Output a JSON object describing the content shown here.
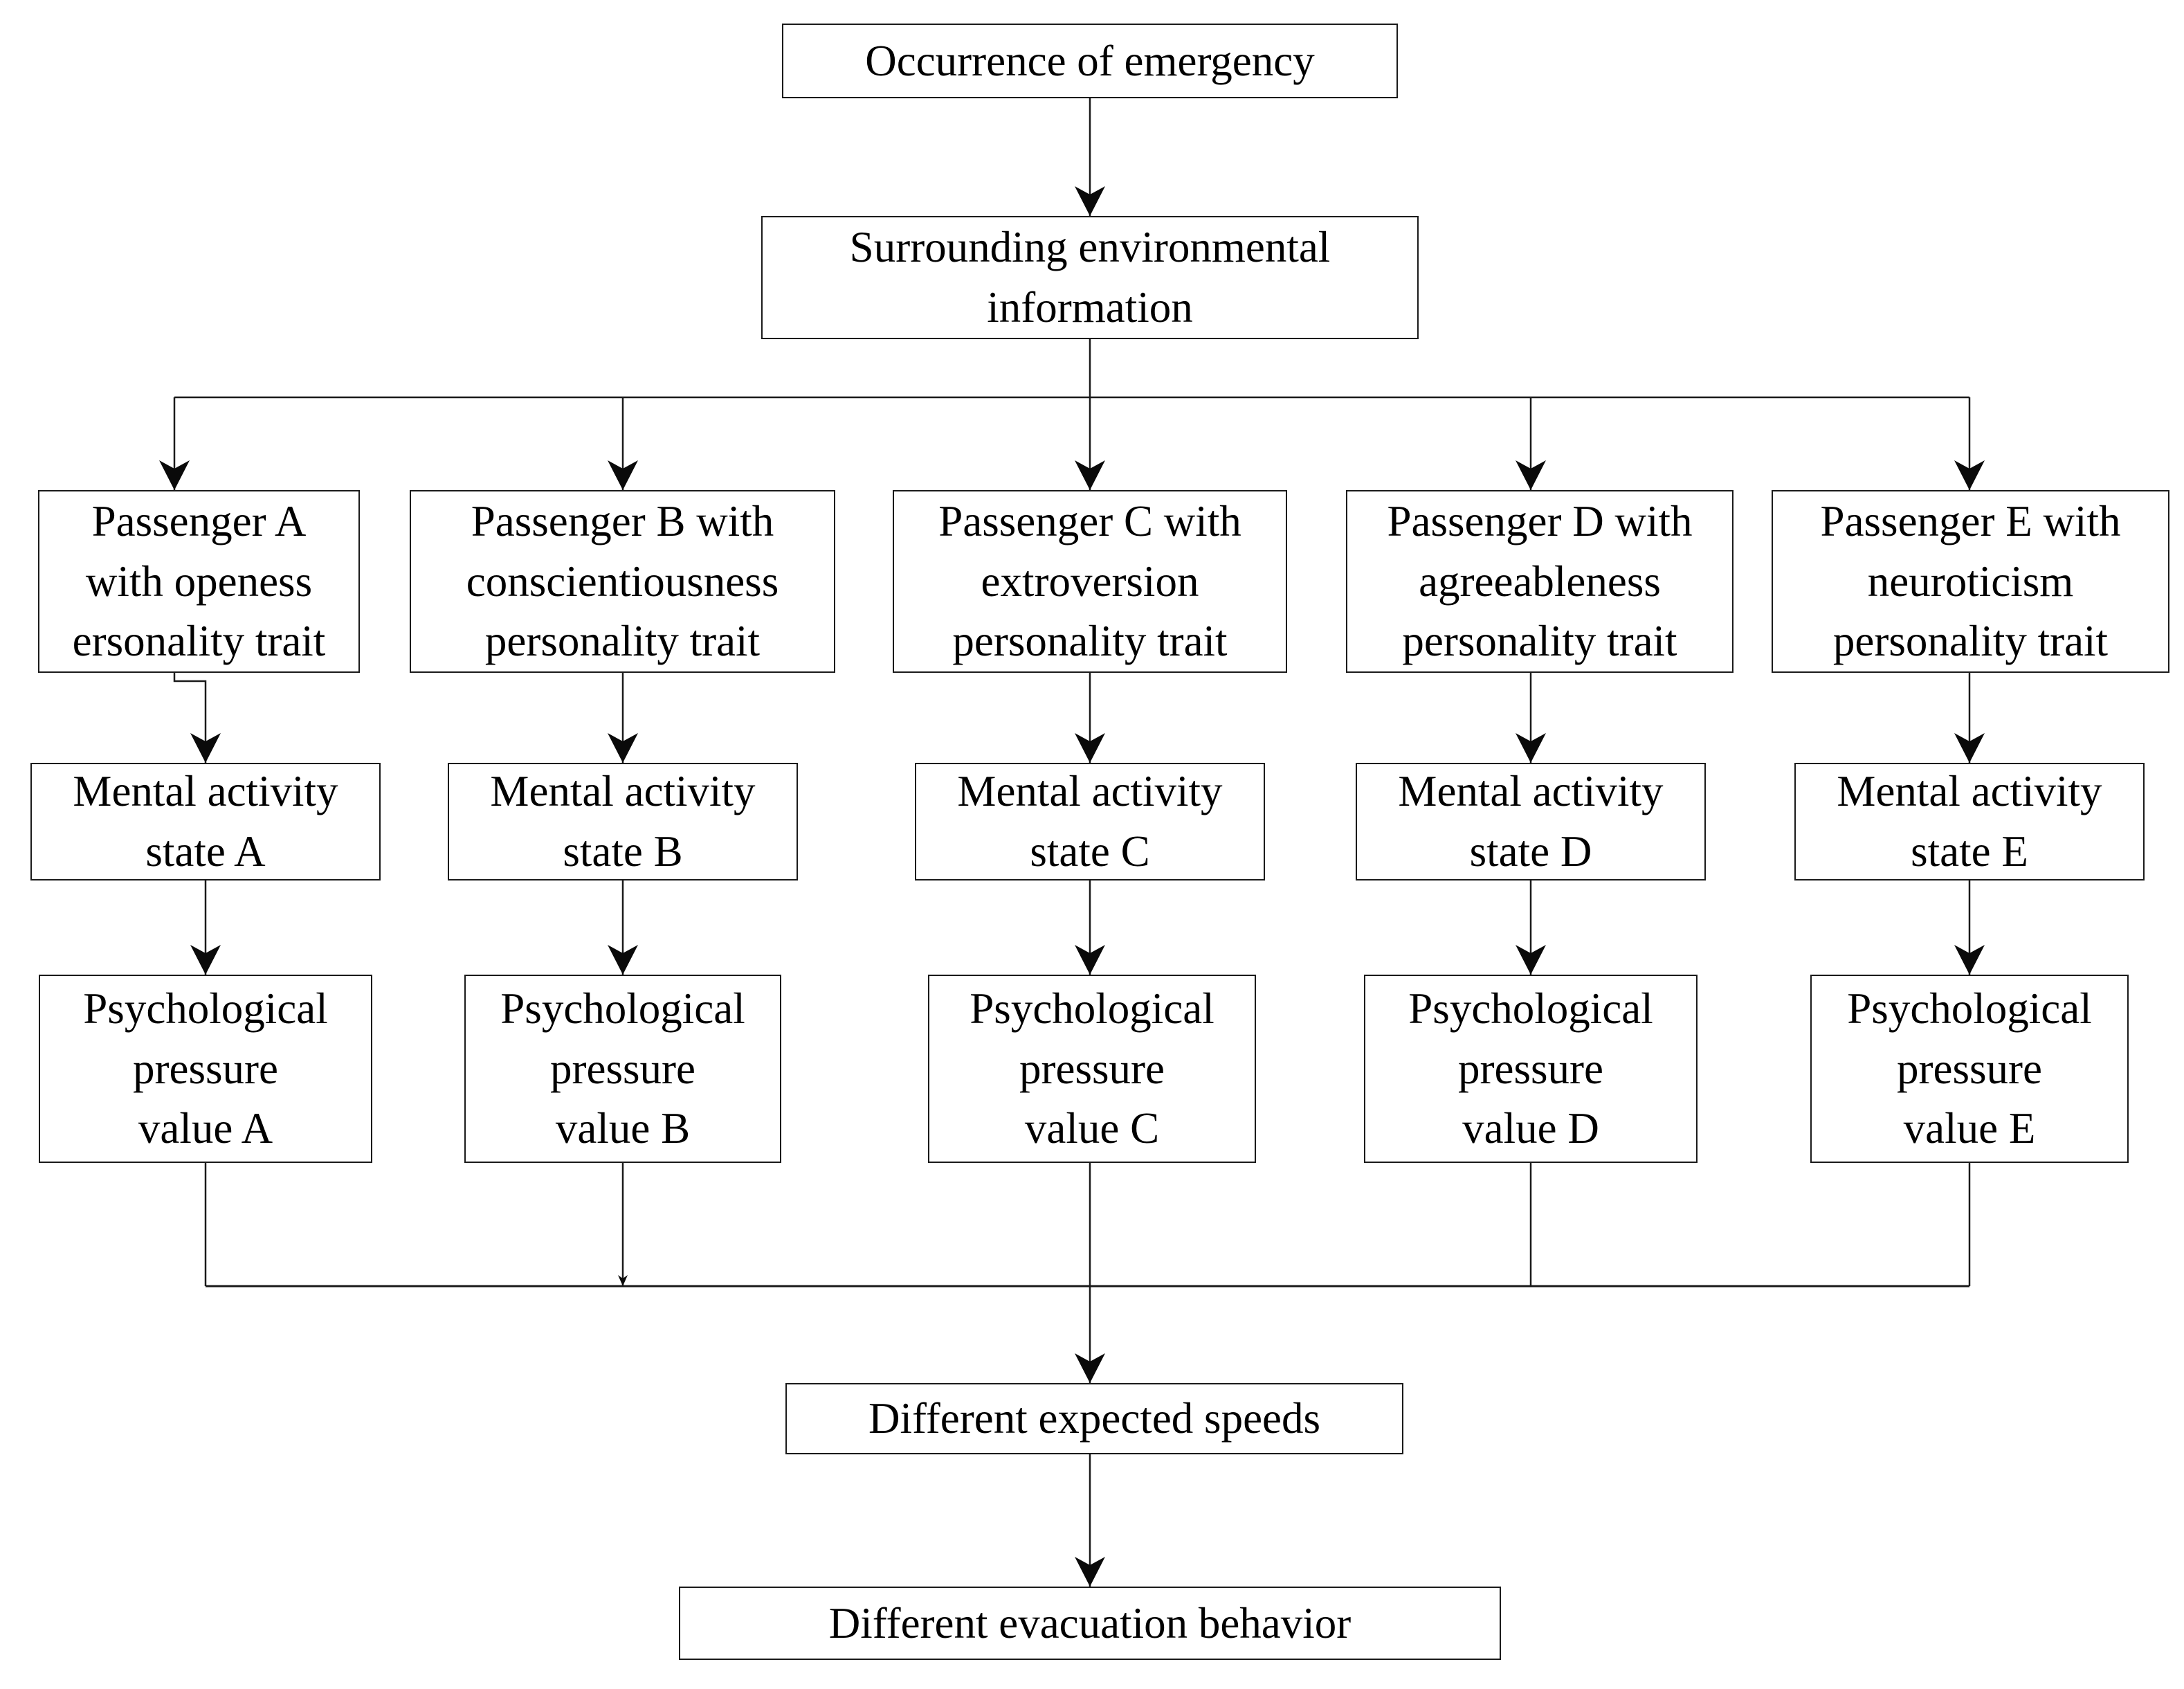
{
  "diagram": {
    "background": "#ffffff",
    "line_color": "#1a1a1a",
    "text_color": "#000000",
    "nodes": {
      "occurrence": "Occurrence of emergency",
      "surrounding": "Surrounding environmental\ninformation",
      "passenger_a": "Passenger A\nwith openess\nersonality trait",
      "passenger_b": "Passenger B with\nconscientiousness\npersonality trait",
      "passenger_c": "Passenger C with\nextroversion\npersonality trait",
      "passenger_d": "Passenger D with\nagreeableness\npersonality trait",
      "passenger_e": "Passenger E with\nneuroticism\npersonality trait",
      "mental_a": "Mental activity\nstate A",
      "mental_b": "Mental activity\nstate B",
      "mental_c": "Mental activity\nstate C",
      "mental_d": "Mental activity\nstate D",
      "mental_e": "Mental activity\nstate E",
      "pressure_a": "Psychological\npressure\nvalue A",
      "pressure_b": "Psychological\npressure\nvalue B",
      "pressure_c": "Psychological\npressure\nvalue C",
      "pressure_d": "Psychological\npressure\nvalue D",
      "pressure_e": "Psychological\npressure\nvalue E",
      "speeds": "Different expected speeds",
      "behavior": "Different evacuation behavior"
    }
  }
}
